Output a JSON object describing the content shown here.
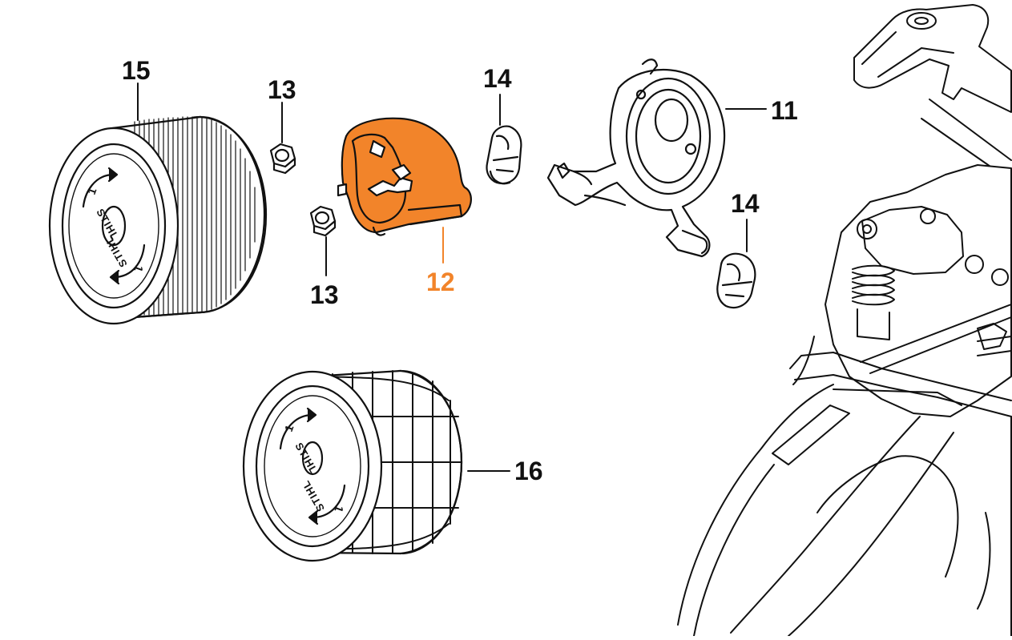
{
  "diagram": {
    "highlight_color": "#F2842A",
    "text_color": "#111111",
    "parts": [
      {
        "id": "p11",
        "label": "11",
        "name": "tensioner-arm-part",
        "highlight": false
      },
      {
        "id": "p12",
        "label": "12",
        "name": "cover-part",
        "highlight": true
      },
      {
        "id": "p13a",
        "label": "13",
        "name": "nut-part-upper",
        "highlight": false
      },
      {
        "id": "p13b",
        "label": "13",
        "name": "nut-part-lower",
        "highlight": false
      },
      {
        "id": "p14a",
        "label": "14",
        "name": "clip-part-upper",
        "highlight": false
      },
      {
        "id": "p14b",
        "label": "14",
        "name": "clip-part-lower",
        "highlight": false
      },
      {
        "id": "p15",
        "label": "15",
        "name": "air-filter-pleated",
        "highlight": false
      },
      {
        "id": "p16",
        "label": "16",
        "name": "air-filter-mesh",
        "highlight": false
      }
    ],
    "filter_marking": "STIHL"
  }
}
